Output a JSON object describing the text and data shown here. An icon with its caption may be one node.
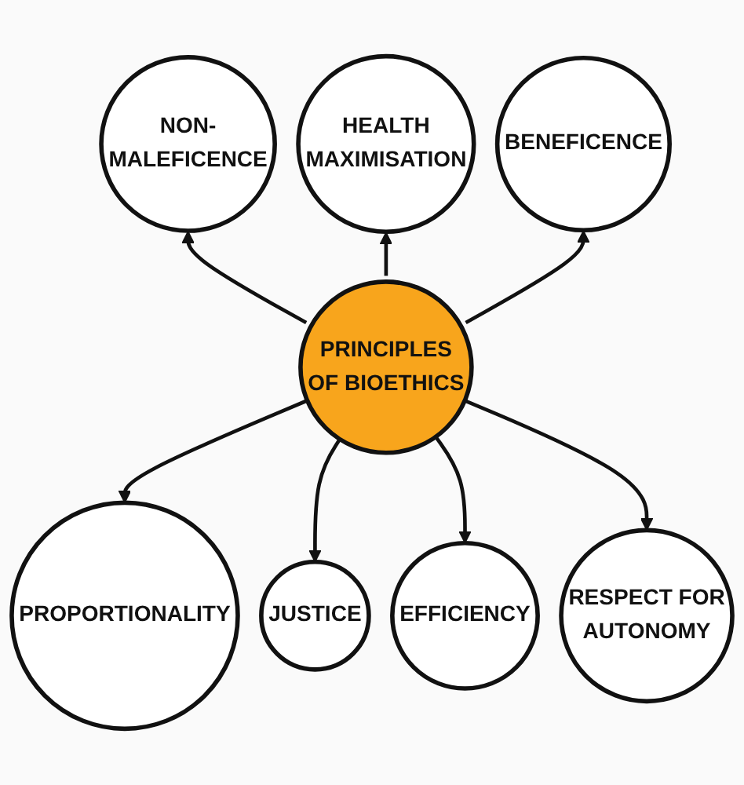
{
  "diagram": {
    "nodes": [
      {
        "text": [
          "HEALTH MAXIMISATION"
        ]
      },
      {
        "text": [
          "NON-MALEFICENCE"
        ]
      },
      {
        "text": [
          "BENEFICENCE"
        ]
      },
      {
        "text": [
          "PRINCIPLES OF BIOETHICS"
        ]
      },
      {
        "text": [
          "PROPORTIONALITY"
        ]
      },
      {
        "text": [
          "RESPECT FOR AUTONOMY"
        ]
      },
      {
        "text": [
          "JUSTICE"
        ]
      },
      {
        "text": [
          "EFFICIENCY"
        ]
      }
    ],
    "edges": [
      {
        "from": 3,
        "to": 4,
        "arrow": "to"
      },
      {
        "from": 3,
        "to": 1,
        "arrow": "to"
      },
      {
        "from": 3,
        "to": 6,
        "arrow": "to"
      },
      {
        "from": 3,
        "to": 0,
        "arrow": "to"
      },
      {
        "from": 3,
        "to": 7,
        "arrow": "to"
      },
      {
        "from": 3,
        "to": 2,
        "arrow": "to"
      },
      {
        "from": 3,
        "to": 5,
        "arrow": "to"
      }
    ]
  }
}
